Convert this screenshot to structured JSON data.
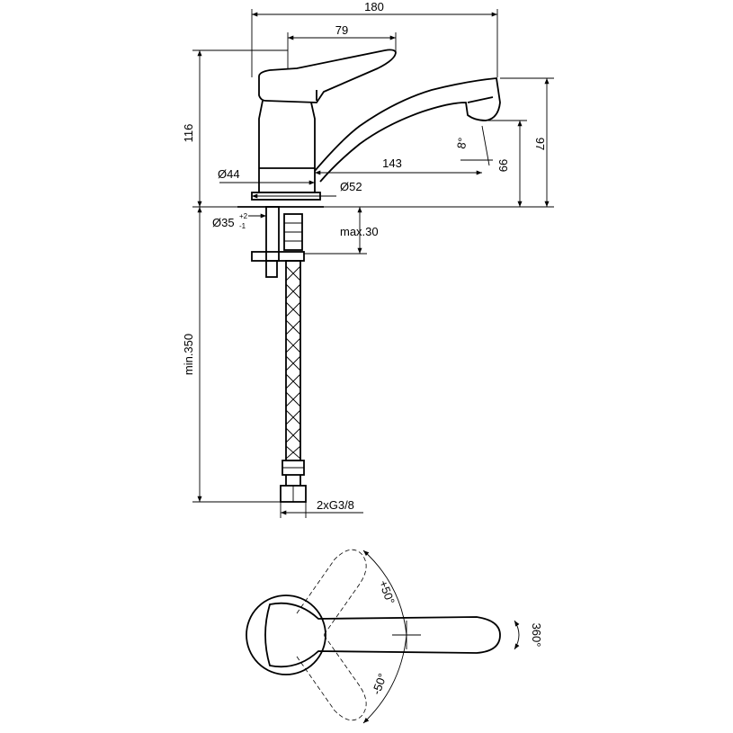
{
  "dimensions": {
    "width_overall": "180",
    "lever_reach": "79",
    "height_total": "116",
    "spout_height": "97",
    "outlet_height": "66",
    "spout_projection": "143",
    "spout_angle": "8°",
    "body_diameter": "Ø44",
    "base_diameter": "Ø52",
    "hole_diameter": "Ø35",
    "hole_tol_plus": "+2",
    "hole_tol_minus": "-1",
    "deck_thickness": "max.30",
    "hose_length": "min.350",
    "hose_connection": "2xG3/8"
  },
  "rotation": {
    "swing_plus": "+50°",
    "swing_minus": "-50°",
    "spout_rotation": "360°"
  }
}
